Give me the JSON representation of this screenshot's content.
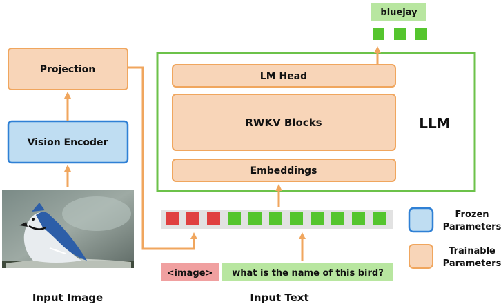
{
  "blocks": {
    "projection": "Projection",
    "vision_encoder": "Vision Encoder",
    "lm_head": "LM Head",
    "rwkv_blocks": "RWKV Blocks",
    "embeddings": "Embeddings",
    "llm": "LLM"
  },
  "output_label": "bluejay",
  "input_tokens": {
    "image": "<image>",
    "text": "what is the name of this bird?"
  },
  "captions": {
    "input_image": "Input Image",
    "input_text": "Input Text"
  },
  "legend": {
    "frozen": [
      "Frozen",
      "Parameters"
    ],
    "trainable": [
      "Trainable",
      "Parameters"
    ]
  },
  "token_strip": {
    "image_tokens": 3,
    "text_tokens": 8
  },
  "output_tokens": 3,
  "colors": {
    "trainable_fill": "#F8D5B8",
    "trainable_stroke": "#F0A65E",
    "frozen_fill": "#BFDDF2",
    "frozen_stroke": "#2F80D5",
    "llm_border": "#6CC24A",
    "arrow": "#F0A65E",
    "image_token": "#E04040",
    "text_token": "#55C52E",
    "output_label_bg": "#B8E6A0",
    "image_label_bg": "#F0A0A0",
    "text_label_bg": "#B8E6A0",
    "strip_bg": "#E2E2E2"
  }
}
